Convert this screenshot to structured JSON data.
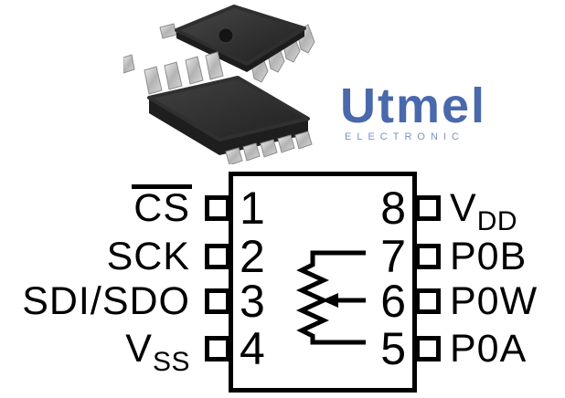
{
  "logo": {
    "brand": "Utmel",
    "tagline": "ELECTRONIC"
  },
  "colors": {
    "brand_blue": "#4a69ac",
    "tagline_blue": "#7f91c4",
    "diagram_ink": "#000000",
    "package_body": "#2b2b2b",
    "lead_silver": "#c9c9c9",
    "background": "#ffffff"
  },
  "icons": {
    "package_render": "msop8-ic-package-3d-render",
    "potentiometer_symbol": "potentiometer-zigzag-with-wiper-arrow"
  },
  "pinout": {
    "left_pins": [
      {
        "number": "1",
        "label": "CS",
        "overline": true
      },
      {
        "number": "2",
        "label": "SCK"
      },
      {
        "number": "3",
        "label": "SDI/SDO"
      },
      {
        "number": "4",
        "label": "V",
        "subscript": "SS"
      }
    ],
    "right_pins": [
      {
        "number": "8",
        "label": "V",
        "subscript": "DD"
      },
      {
        "number": "7",
        "label": "P0B"
      },
      {
        "number": "6",
        "label": "P0W"
      },
      {
        "number": "5",
        "label": "P0A"
      }
    ]
  }
}
